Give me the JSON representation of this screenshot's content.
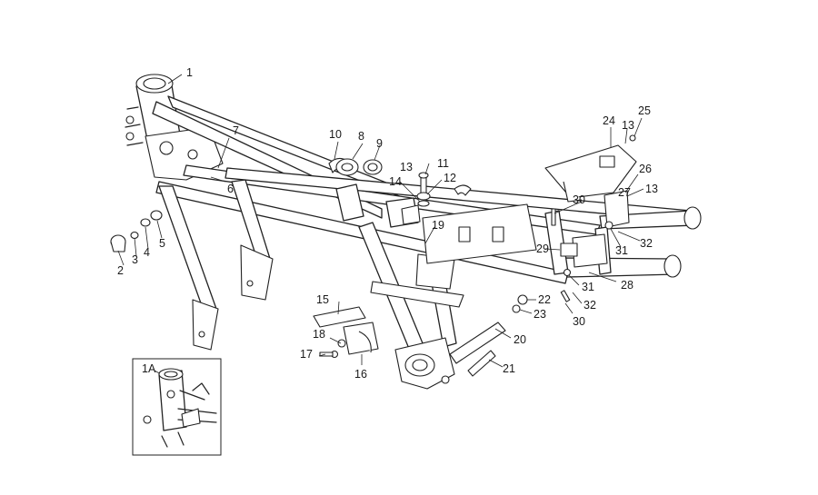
{
  "callouts": [
    "1",
    "2",
    "3",
    "4",
    "5",
    "6",
    "7",
    "8",
    "9",
    "10",
    "11",
    "12",
    "13",
    "13",
    "13",
    "14",
    "15",
    "16",
    "17",
    "18",
    "19",
    "20",
    "21",
    "22",
    "23",
    "24",
    "25",
    "26",
    "27",
    "28",
    "29",
    "30",
    "30",
    "31",
    "31",
    "32",
    "32"
  ],
  "inset": {
    "label": "1A"
  }
}
